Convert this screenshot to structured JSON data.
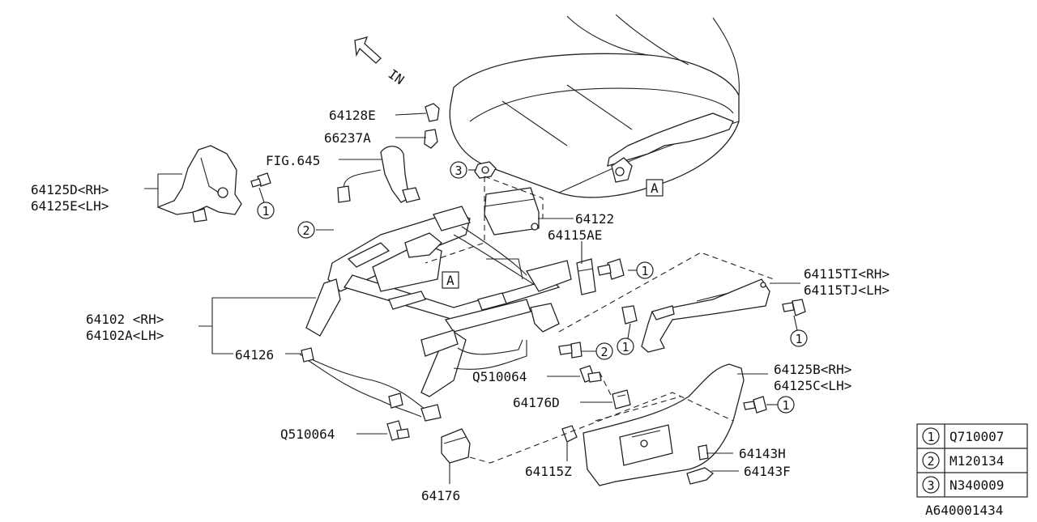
{
  "diagram": {
    "drawing_number": "A640001434",
    "direction_label": "IN",
    "callouts": {
      "p64128E": "64128E",
      "p66237A": "66237A",
      "fig645": "FIG.645",
      "p64125D": "64125D<RH>",
      "p64125E": "64125E<LH>",
      "p64122": "64122",
      "p64115AE": "64115AE",
      "p64102": "64102 <RH>",
      "p64102A": "64102A<LH>",
      "p64126": "64126",
      "p64115TI": "64115TI<RH>",
      "p64115TJ": "64115TJ<LH>",
      "q510064_mid": "Q510064",
      "p64176D": "64176D",
      "p64125B": "64125B<RH>",
      "p64125C": "64125C<LH>",
      "q510064_low": "Q510064",
      "p64176": "64176",
      "p64115Z": "64115Z",
      "p64143H": "64143H",
      "p64143F": "64143F"
    },
    "ref_marks": {
      "upper": "A",
      "lower": "A"
    },
    "circle_numbers": {
      "one": "1",
      "two": "2",
      "three": "3"
    },
    "legend": [
      {
        "num": "1",
        "part": "Q710007"
      },
      {
        "num": "2",
        "part": "M120134"
      },
      {
        "num": "3",
        "part": "N340009"
      }
    ]
  }
}
